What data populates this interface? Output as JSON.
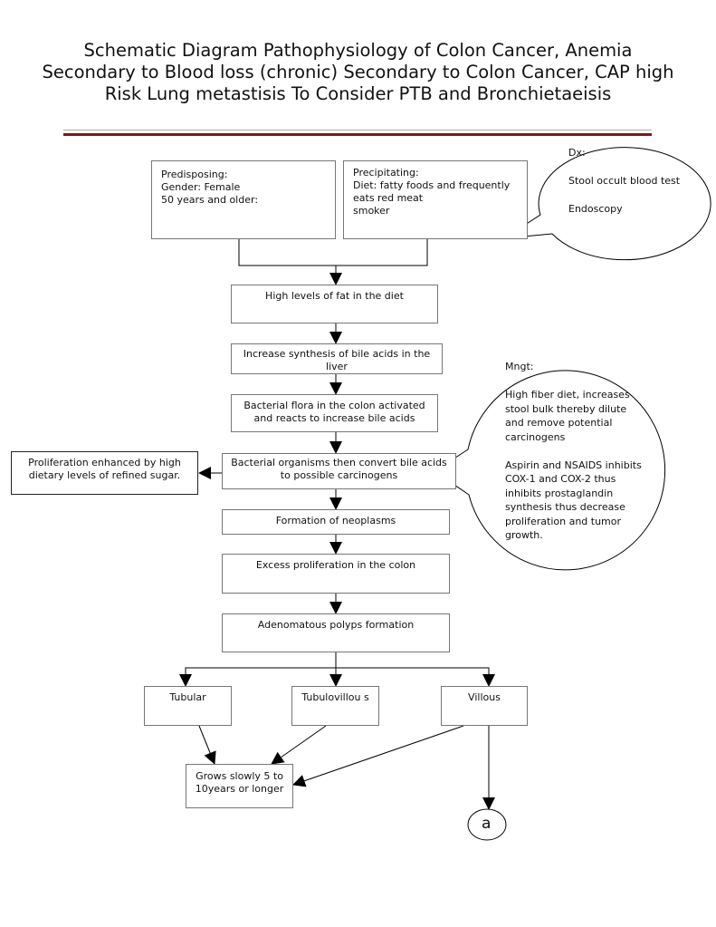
{
  "title": "Schematic Diagram Pathophysiology of Colon Cancer, Anemia Secondary to Blood loss (chronic) Secondary to Colon Cancer, CAP high Risk Lung metastisis To Consider PTB and Bronchietaeisis",
  "nodes": {
    "predisposing": "Predisposing:\nGender: Female\n50 years and older:",
    "precipitating": "Precipitating:\nDiet: fatty foods and frequently eats red meat\nsmoker",
    "high_fat": "High levels of fat in the diet",
    "bile_synthesis": "Increase synthesis of bile acids in the liver",
    "bacterial_flora": "Bacterial flora in the colon activated and reacts to increase bile acids",
    "bacterial_convert": "Bacterial organisms then convert bile acids to possible carcinogens",
    "refined_sugar": "Proliferation enhanced by high dietary levels of refined sugar.",
    "neoplasms": "Formation of neoplasms",
    "excess_proliferation": "Excess proliferation in the colon",
    "polyps": "Adenomatous polyps formation",
    "tubular": "Tubular",
    "tubulovillous": "Tubulovillou s",
    "villous": "Villous",
    "grows_slowly": "Grows slowly 5 to 10years or longer",
    "connector": "a"
  },
  "callouts": {
    "dx": "Dx:\n\nStool occult blood test\n\nEndoscopy",
    "mngt": "Mngt:\n\nHigh fiber diet, increases stool bulk thereby dilute and remove potential carcinogens\n\nAspirin and NSAIDS inhibits COX-1 and COX-2 thus inhibits prostaglandin synthesis thus decrease proliferation and tumor growth."
  },
  "colors": {
    "title_rule": "#7a1a1a"
  }
}
